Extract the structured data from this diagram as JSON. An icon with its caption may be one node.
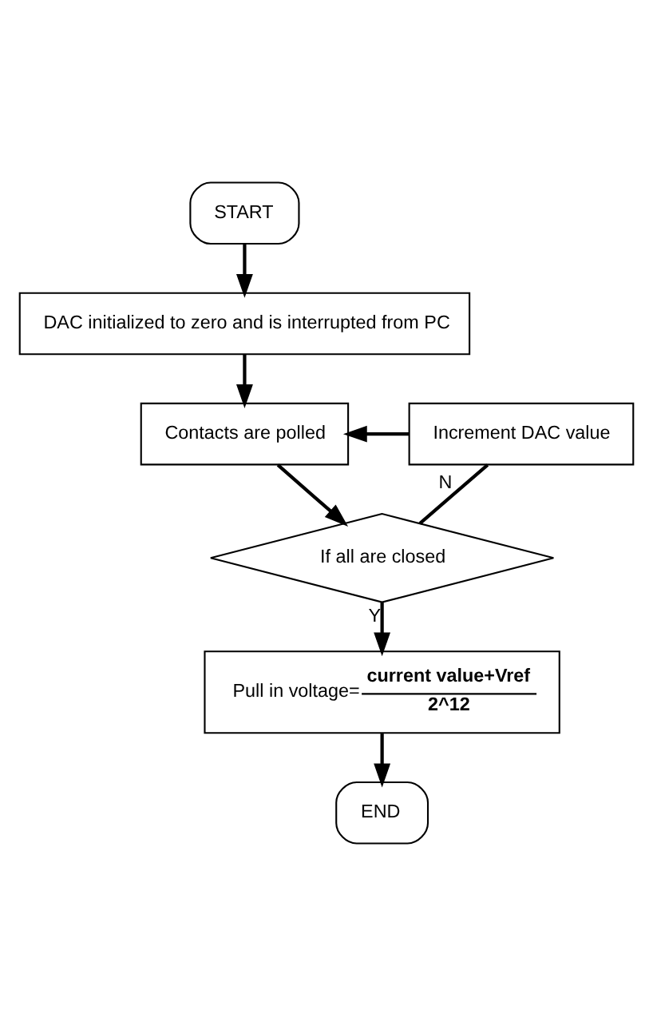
{
  "diagram": {
    "nodes": [
      {
        "text": [
          "START"
        ]
      },
      {
        "text": [
          "DAC initialized to zero and is interrupted from PC"
        ]
      },
      {
        "text": [
          "Contacts are polled"
        ]
      },
      {
        "text": [
          "If all are closed"
        ]
      },
      {
        "text": [
          "Increment DAC value"
        ]
      },
      {
        "text": [
          "Pull in voltage=",
          "current value+Vref",
          "2^12"
        ]
      },
      {
        "text": [
          "END"
        ]
      }
    ],
    "edges": [
      {
        "from": 0,
        "to": 1,
        "arrow": "to"
      },
      {
        "from": 1,
        "to": 2,
        "arrow": "to"
      },
      {
        "from": 2,
        "to": 3,
        "arrow": "to"
      },
      {
        "from": 3,
        "to": 4,
        "arrow": "none",
        "label": "N"
      },
      {
        "from": 4,
        "to": 2,
        "arrow": "to"
      },
      {
        "from": 3,
        "to": 5,
        "arrow": "to",
        "label": "Y"
      },
      {
        "from": 5,
        "to": 6,
        "arrow": "to"
      }
    ]
  }
}
